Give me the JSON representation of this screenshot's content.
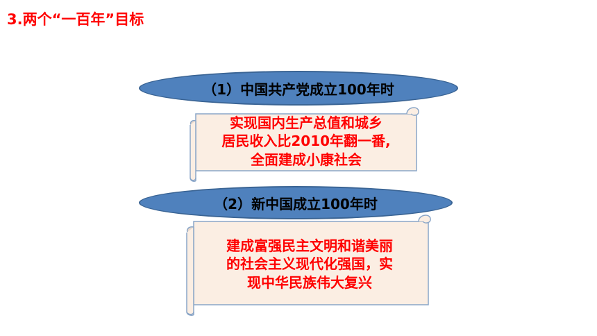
{
  "title": "3.两个“一百年”目标",
  "goals": [
    {
      "heading": "（1）中国共产党成立100年时",
      "lines": [
        "实现国内生产总值和城乡",
        "居民收入比2010年翻一番,",
        "全面建成小康社会"
      ]
    },
    {
      "heading": "（2）新中国成立100年时",
      "lines": [
        "建成富强民主文明和谐美丽",
        "的社会主义现代化强国，实",
        "现中华民族伟大复兴"
      ]
    }
  ],
  "colors": {
    "title": "#ff0000",
    "oval_fill": "#4f81bd",
    "scroll_fill": "#fbeee3",
    "scroll_border": "#8aa6c8",
    "body_text": "#ff0000"
  }
}
